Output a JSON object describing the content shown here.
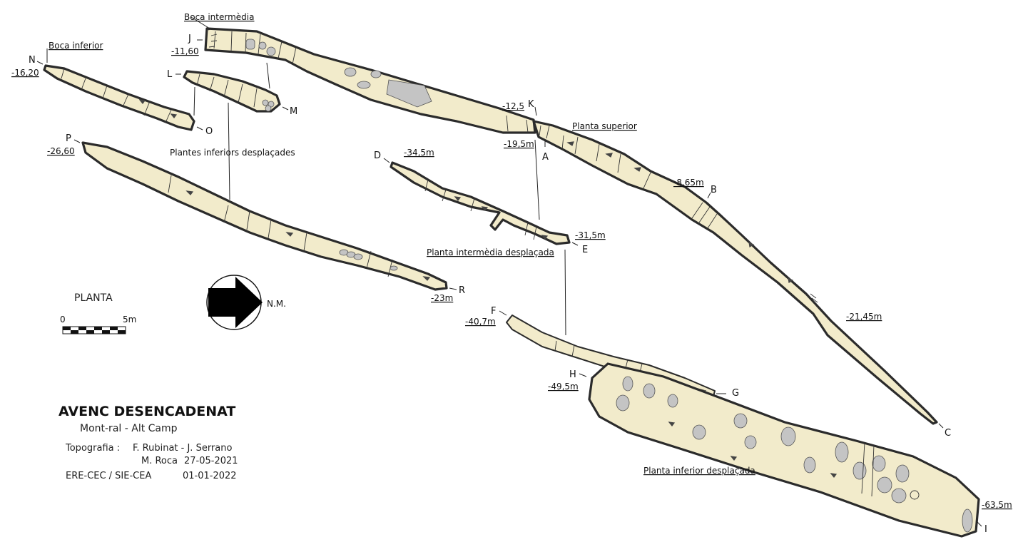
{
  "title": "AVENC DESENCADENAT",
  "subtitle": "Mont-ral - Alt Camp",
  "credits": {
    "topo_label": "Topografia :",
    "authors": "F. Rubinat - J. Serrano",
    "author3": "M. Roca",
    "date1": "27-05-2021",
    "org": "ERE-CEC / SIE-CEA",
    "date2": "01-01-2022"
  },
  "planta_label": "PLANTA",
  "scale": {
    "start": "0",
    "end": "5m"
  },
  "north": "N.M.",
  "section_labels": {
    "boca_intermedia": "Boca intermèdia",
    "boca_inferior": "Boca inferior",
    "planta_superior": "Planta superior",
    "plantes_inferiors": "Plantes inferiors desplaçades",
    "planta_intermedia": "Planta intermèdia desplaçada",
    "planta_inferior": "Planta inferior desplaçada"
  },
  "points": {
    "A": "A",
    "B": "B",
    "C": "C",
    "D": "D",
    "E": "E",
    "F": "F",
    "G": "G",
    "H": "H",
    "I": "I",
    "J": "J",
    "K": "K",
    "L": "L",
    "M": "M",
    "N": "N",
    "O": "O",
    "P": "P",
    "R": "R"
  },
  "depths": {
    "J": "-11,60",
    "N": "-16,20",
    "P": "-26,60",
    "K": "-12,5",
    "A": "-19,5m",
    "D": "-34,5m",
    "B": "-8,65m",
    "E": "-31,5m",
    "R": "-23m",
    "F": "-40,7m",
    "C": "-21,45m",
    "H": "-49,5m",
    "I": "-63,5m"
  }
}
